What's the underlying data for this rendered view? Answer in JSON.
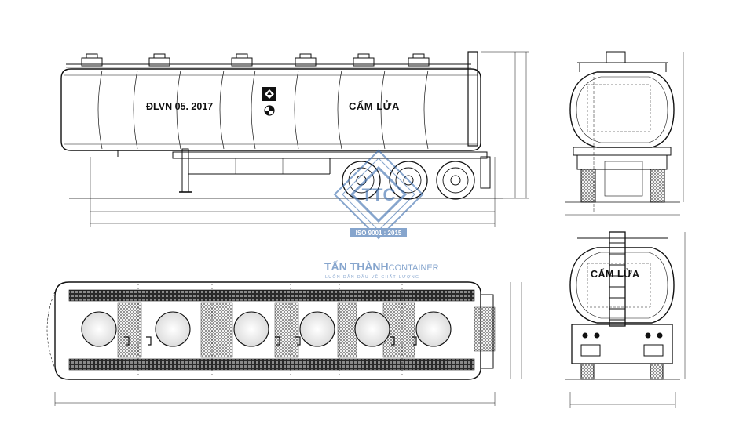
{
  "side_view": {
    "registration_text": "ĐLVN 05. 2017",
    "warning_text": "CẤM LỬA"
  },
  "rear_view": {
    "warning_text": "CẤM LỬA"
  },
  "watermark": {
    "logo_letters": "TTC",
    "iso_text": "ISO 9001 : 2015",
    "brand_bold": "TẤN THÀNH",
    "brand_light": "CONTAINER",
    "slogan": "LUÔN DẪN ĐẦU VỀ CHẤT LƯỢNG",
    "color": "#3d6fb0"
  },
  "icons": [
    "flammable-diamond-icon",
    "fire-arrow-icon"
  ]
}
